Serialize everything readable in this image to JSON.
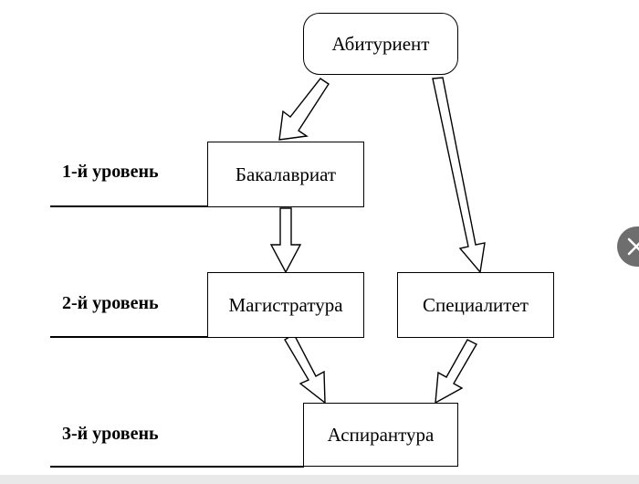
{
  "diagram": {
    "nodes": {
      "applicant": "Абитуриент",
      "bachelor": "Бакалавриат",
      "master": "Магистратура",
      "specialist": "Специалитет",
      "postgraduate": "Аспирантура"
    },
    "levels": {
      "level1": "1-й уровень",
      "level2": "2-й уровень",
      "level3": "3-й уровень"
    }
  },
  "overlay": {
    "close_icon": "close-icon"
  }
}
